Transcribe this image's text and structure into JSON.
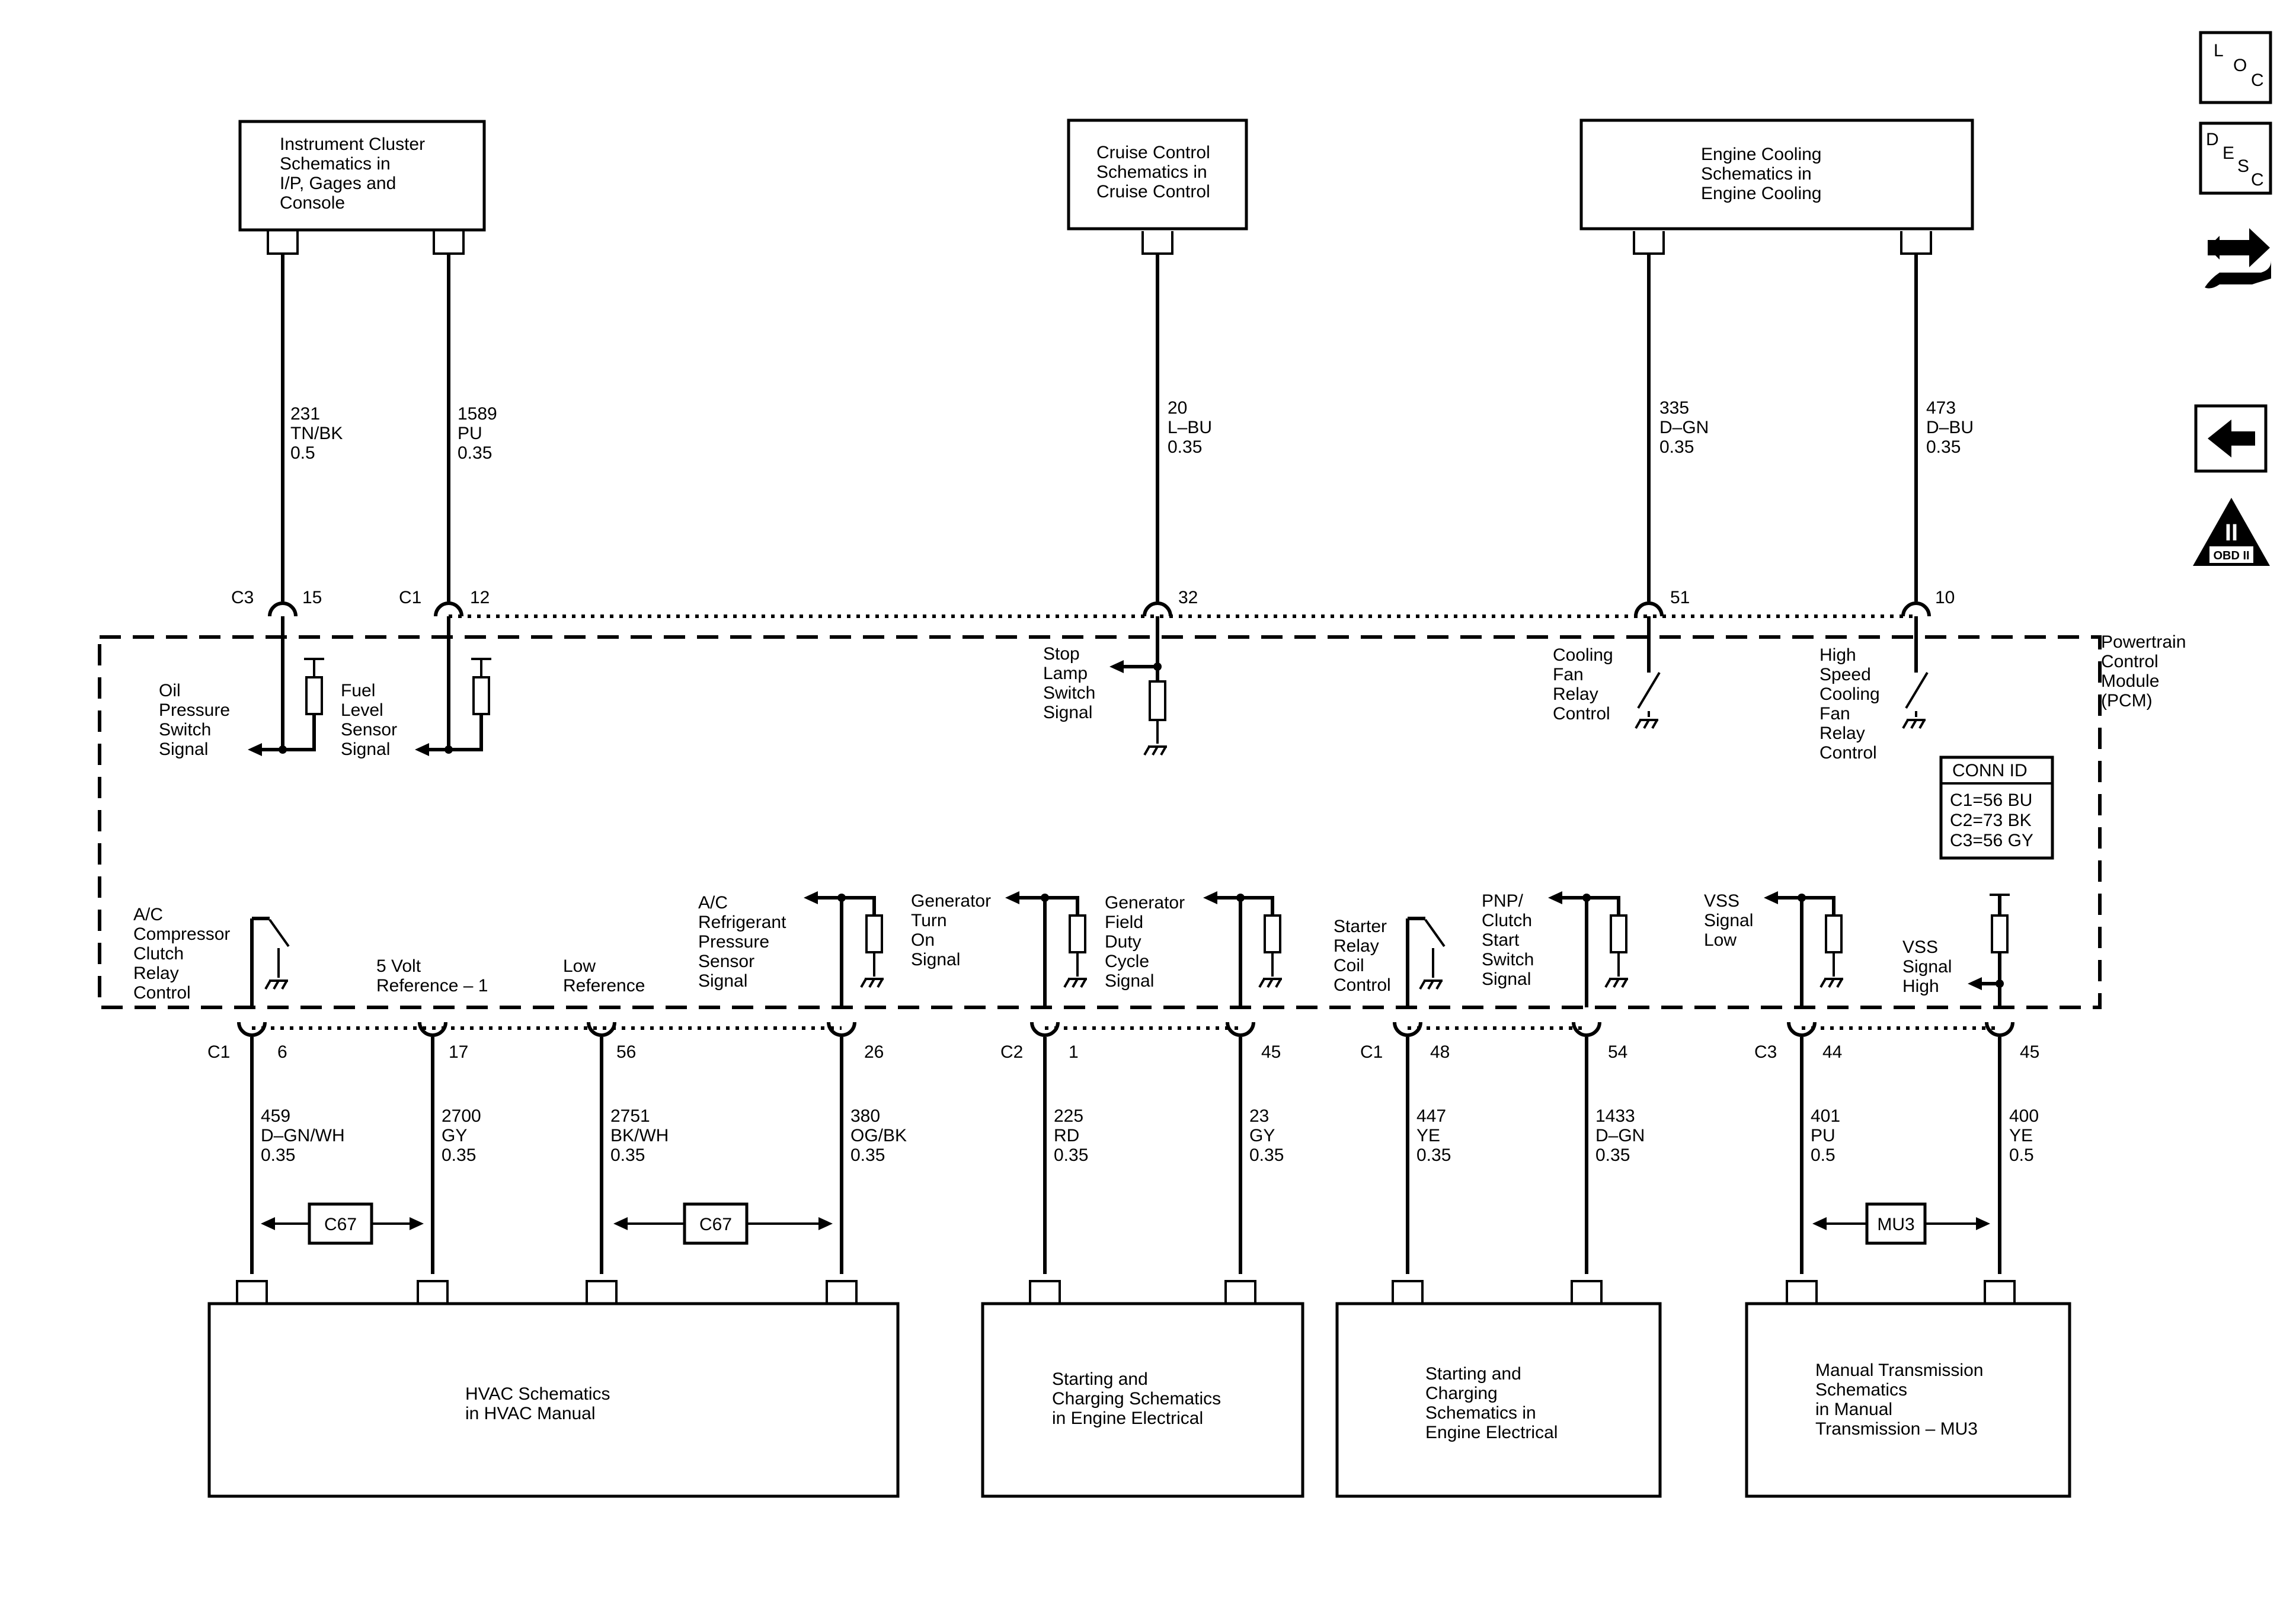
{
  "top_boxes": {
    "instrument_cluster": [
      "Instrument Cluster",
      "Schematics in",
      "I/P, Gages and",
      "Console"
    ],
    "cruise_control": [
      "Cruise Control",
      "Schematics in",
      "Cruise Control"
    ],
    "engine_cooling": [
      "Engine Cooling",
      "Schematics in",
      "Engine Cooling"
    ]
  },
  "top_wires": {
    "w231": [
      "231",
      "TN/BK",
      "0.5"
    ],
    "w1589": [
      "1589",
      "PU",
      "0.35"
    ],
    "w20": [
      "20",
      "L–BU",
      "0.35"
    ],
    "w335": [
      "335",
      "D–GN",
      "0.35"
    ],
    "w473": [
      "473",
      "D–BU",
      "0.35"
    ]
  },
  "top_connectors": {
    "c3": "C3",
    "p15": "15",
    "c1": "C1",
    "p12": "12",
    "p32": "32",
    "p51": "51",
    "p10": "10"
  },
  "pcm_label": [
    "Powertrain",
    "Control",
    "Module",
    "(PCM)"
  ],
  "conn_id": {
    "title": "CONN ID",
    "rows": [
      "C1=56 BU",
      "C2=73 BK",
      "C3=56 GY"
    ]
  },
  "top_signals": {
    "oil": [
      "Oil",
      "Pressure",
      "Switch",
      "Signal"
    ],
    "fuel": [
      "Fuel",
      "Level",
      "Sensor",
      "Signal"
    ],
    "stop": [
      "Stop",
      "Lamp",
      "Switch",
      "Signal"
    ],
    "cooling": [
      "Cooling",
      "Fan",
      "Relay",
      "Control"
    ],
    "high_speed": [
      "High",
      "Speed",
      "Cooling",
      "Fan",
      "Relay",
      "Control"
    ]
  },
  "bottom_signals": {
    "ac_clutch": [
      "A/C",
      "Compressor",
      "Clutch",
      "Relay",
      "Control"
    ],
    "five_volt": [
      "5 Volt",
      "Reference – 1"
    ],
    "low_ref": [
      "Low",
      "Reference"
    ],
    "ac_refrig": [
      "A/C",
      "Refrigerant",
      "Pressure",
      "Sensor",
      "Signal"
    ],
    "gen_turn": [
      "Generator",
      "Turn",
      "On",
      "Signal"
    ],
    "gen_field": [
      "Generator",
      "Field",
      "Duty",
      "Cycle",
      "Signal"
    ],
    "starter": [
      "Starter",
      "Relay",
      "Coil",
      "Control"
    ],
    "pnp": [
      "PNP/",
      "Clutch",
      "Start",
      "Switch",
      "Signal"
    ],
    "vss_low": [
      "VSS",
      "Signal",
      "Low"
    ],
    "vss_high": [
      "VSS",
      "Signal",
      "High"
    ]
  },
  "bottom_connectors": {
    "c1a": "C1",
    "p6": "6",
    "p17": "17",
    "p56": "56",
    "p26": "26",
    "c2": "C2",
    "p1": "1",
    "p45a": "45",
    "c1b": "C1",
    "p48": "48",
    "p54": "54",
    "c3": "C3",
    "p44": "44",
    "p45b": "45"
  },
  "bottom_wires": {
    "w459": [
      "459",
      "D–GN/WH",
      "0.35"
    ],
    "w2700": [
      "2700",
      "GY",
      "0.35"
    ],
    "w2751": [
      "2751",
      "BK/WH",
      "0.35"
    ],
    "w380": [
      "380",
      "OG/BK",
      "0.35"
    ],
    "w225": [
      "225",
      "RD",
      "0.35"
    ],
    "w23": [
      "23",
      "GY",
      "0.35"
    ],
    "w447": [
      "447",
      "YE",
      "0.35"
    ],
    "w1433": [
      "1433",
      "D–GN",
      "0.35"
    ],
    "w401": [
      "401",
      "PU",
      "0.5"
    ],
    "w400": [
      "400",
      "YE",
      "0.5"
    ]
  },
  "option_tags": {
    "c67_a": "C67",
    "c67_b": "C67",
    "mu3": "MU3"
  },
  "bottom_boxes": {
    "hvac": [
      "HVAC Schematics",
      "in HVAC Manual"
    ],
    "starting1": [
      "Starting and",
      "Charging Schematics",
      "in Engine Electrical"
    ],
    "starting2": [
      "Starting and",
      "Charging",
      "Schematics in",
      "Engine Electrical"
    ],
    "manual_trans": [
      "Manual Transmission",
      "Schematics",
      "in Manual",
      "Transmission – MU3"
    ]
  },
  "nav_icons": {
    "loc": [
      "L",
      "O",
      "C"
    ],
    "desc": [
      "D",
      "E",
      "S",
      "C"
    ],
    "obd": [
      "II",
      "OBD II"
    ],
    "icon_names": [
      "loc-icon",
      "desc-icon",
      "connector-view-icon",
      "back-arrow-icon",
      "obd-ii-icon"
    ]
  }
}
